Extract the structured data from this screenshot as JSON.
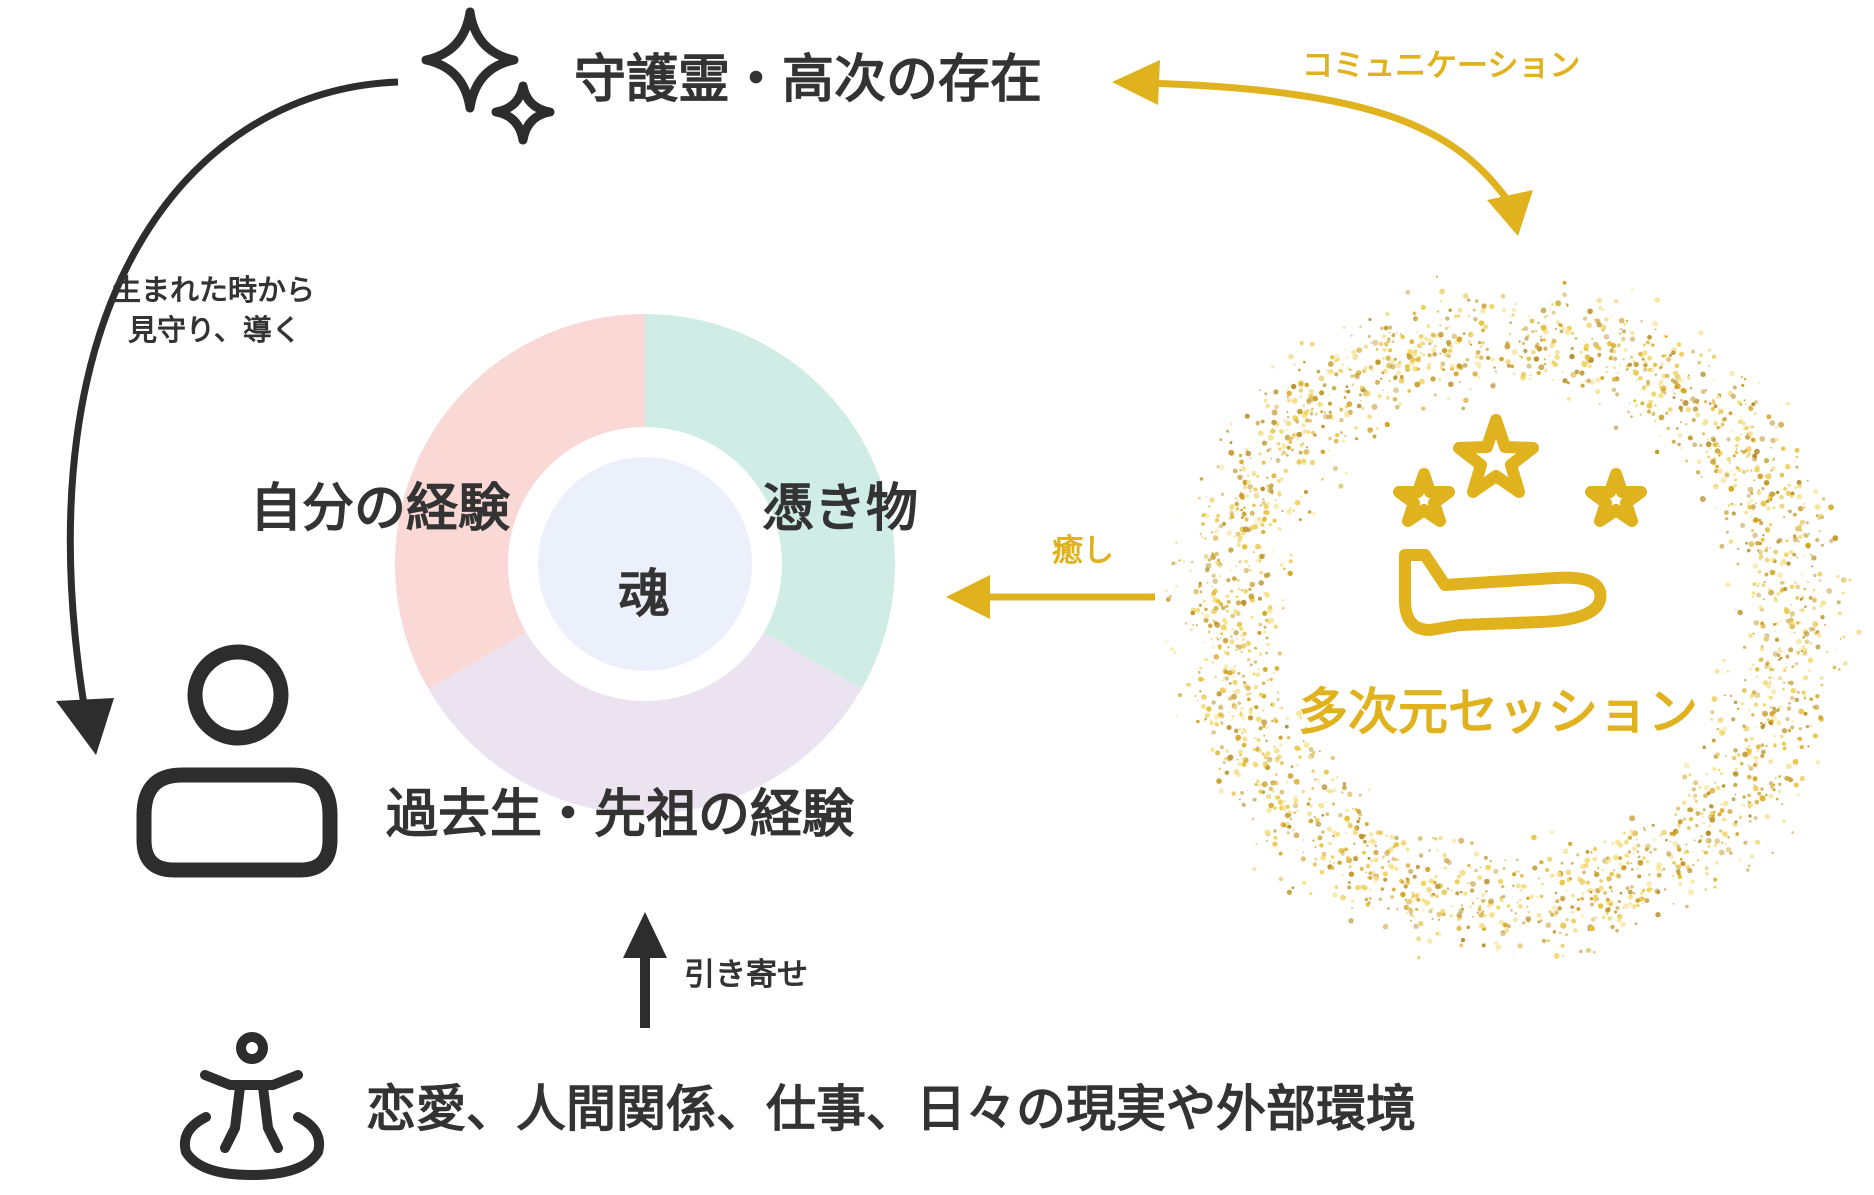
{
  "top_entity": {
    "label": "守護霊・高次の存在",
    "icon": "sparkles-icon"
  },
  "communication": {
    "label": "コミュニケーション"
  },
  "guidance": {
    "line1": "生まれた時から",
    "line2": "見守り、導く"
  },
  "healing": {
    "label": "癒し"
  },
  "session": {
    "label": "多次元セッション",
    "icon": "hand-with-stars-icon"
  },
  "soul_wheel": {
    "center": "魂",
    "segments": [
      {
        "label": "自分の経験",
        "color": "#fad8d5"
      },
      {
        "label": "憑き物",
        "color": "#cfede4"
      },
      {
        "label": "過去生・先祖の経験",
        "color": "#ebe3f0"
      }
    ],
    "center_color": "#ecf0fb"
  },
  "person": {
    "icon": "person-icon"
  },
  "attraction": {
    "label": "引き寄せ"
  },
  "bottom_entity": {
    "label": "恋愛、人間関係、仕事、日々の現実や外部環境",
    "icon": "standing-person-icon"
  },
  "colors": {
    "accent": "#e0b21e",
    "text": "#333333"
  }
}
